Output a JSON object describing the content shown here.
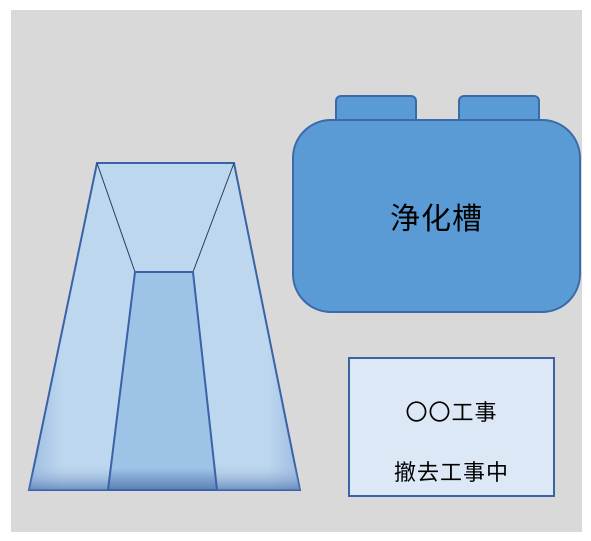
{
  "diagram": {
    "septic_tank": {
      "label": "浄化槽",
      "color": "#5b9bd5"
    },
    "sign": {
      "line1": "〇〇工事",
      "line2": "撤去工事中",
      "fill": "#dde8f6"
    },
    "excavation": {
      "outer_fill": "#bdd7ee",
      "inner_fill": "#9dc3e6",
      "border_color": "#2e5597"
    },
    "background": "#d9d9d9"
  }
}
